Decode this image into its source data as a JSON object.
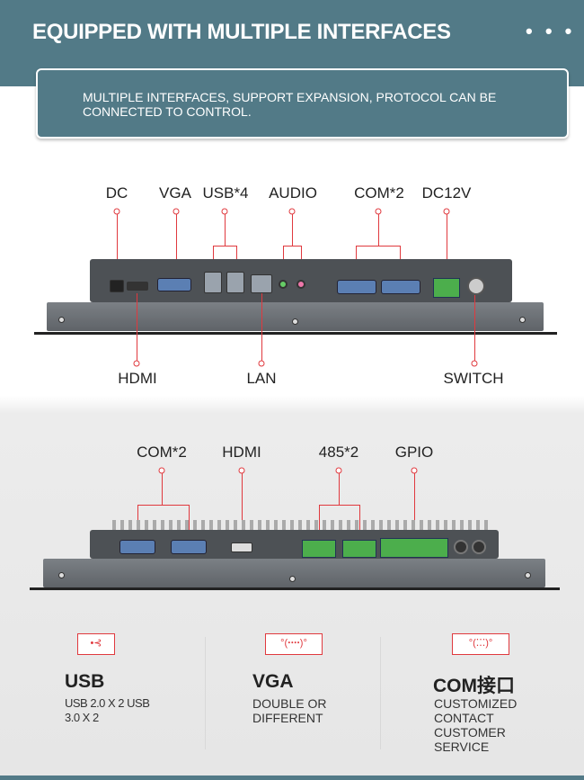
{
  "header": {
    "title": "EQUIPPED WITH MULTIPLE INTERFACES",
    "dots": "• • •"
  },
  "intro": {
    "text": "MULTIPLE INTERFACES, SUPPORT EXPANSION, PROTOCOL CAN BE CONNECTED TO CONTROL."
  },
  "device1": {
    "top_labels": [
      "DC",
      "VGA",
      "USB*4",
      "AUDIO",
      "COM*2",
      "DC12V"
    ],
    "bottom_labels": [
      "HDMI",
      "LAN",
      "SWITCH"
    ]
  },
  "device2": {
    "top_labels": [
      "COM*2",
      "HDMI",
      "485*2",
      "GPIO"
    ]
  },
  "features": [
    {
      "icon": "usb-icon",
      "icon_glyph": "•⊰",
      "title": "USB",
      "text": "USB 2.0 X 2 USB 3.0 X 2"
    },
    {
      "icon": "vga-port-icon",
      "icon_glyph": "°(ꞏꞏꞏꞏ)°",
      "title": "VGA",
      "text": "DOUBLE OR DIFFERENT"
    },
    {
      "icon": "com-port-icon",
      "icon_glyph": "°(⁚⁚⁚)°",
      "title": "COM接口",
      "text": "CUSTOMIZED CONTACT CUSTOMER SERVICE"
    }
  ],
  "colors": {
    "brand": "#527a87",
    "accent": "#e0393e"
  }
}
